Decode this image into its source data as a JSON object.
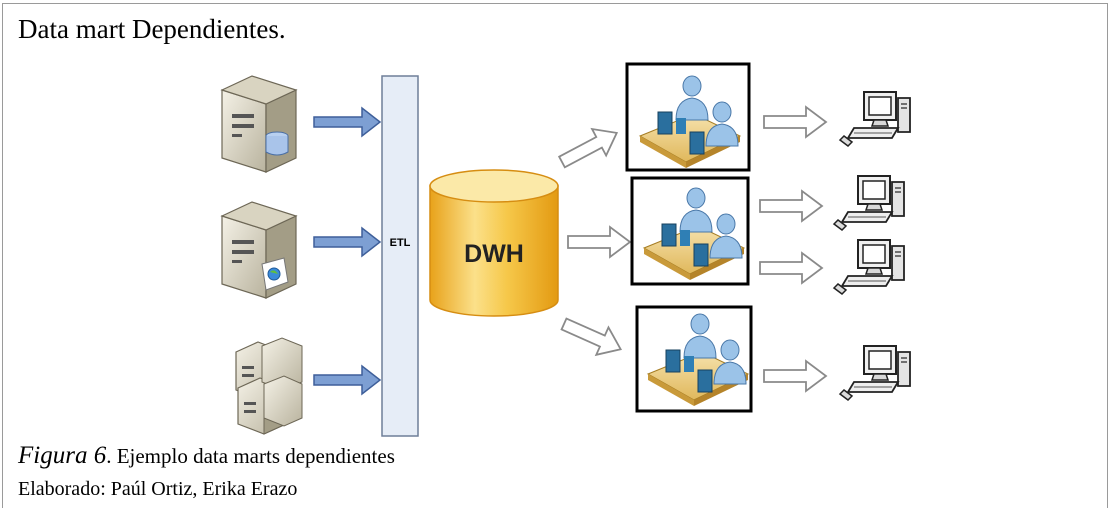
{
  "heading": "Data mart Dependientes.",
  "diagram": {
    "etl_label": "ETL",
    "dwh_label": "DWH",
    "sources": [
      "server-database-icon",
      "server-web-icon",
      "server-cluster-icon"
    ],
    "data_marts": [
      "data-mart-users-icon",
      "data-mart-users-icon",
      "data-mart-users-icon"
    ],
    "clients": [
      "desktop-computer-icon",
      "desktop-computer-icon",
      "desktop-computer-icon",
      "desktop-computer-icon"
    ],
    "colors": {
      "etl_fill": "#e6edf7",
      "arrow_fill": "#7d9fd3",
      "dwh_fill": "#f5c242",
      "mart_border": "#000000"
    }
  },
  "caption": {
    "figure_label": "Figura 6",
    "text": ". Ejemplo data marts dependientes"
  },
  "credit": "Elaborado: Paúl Ortiz, Erika Erazo"
}
